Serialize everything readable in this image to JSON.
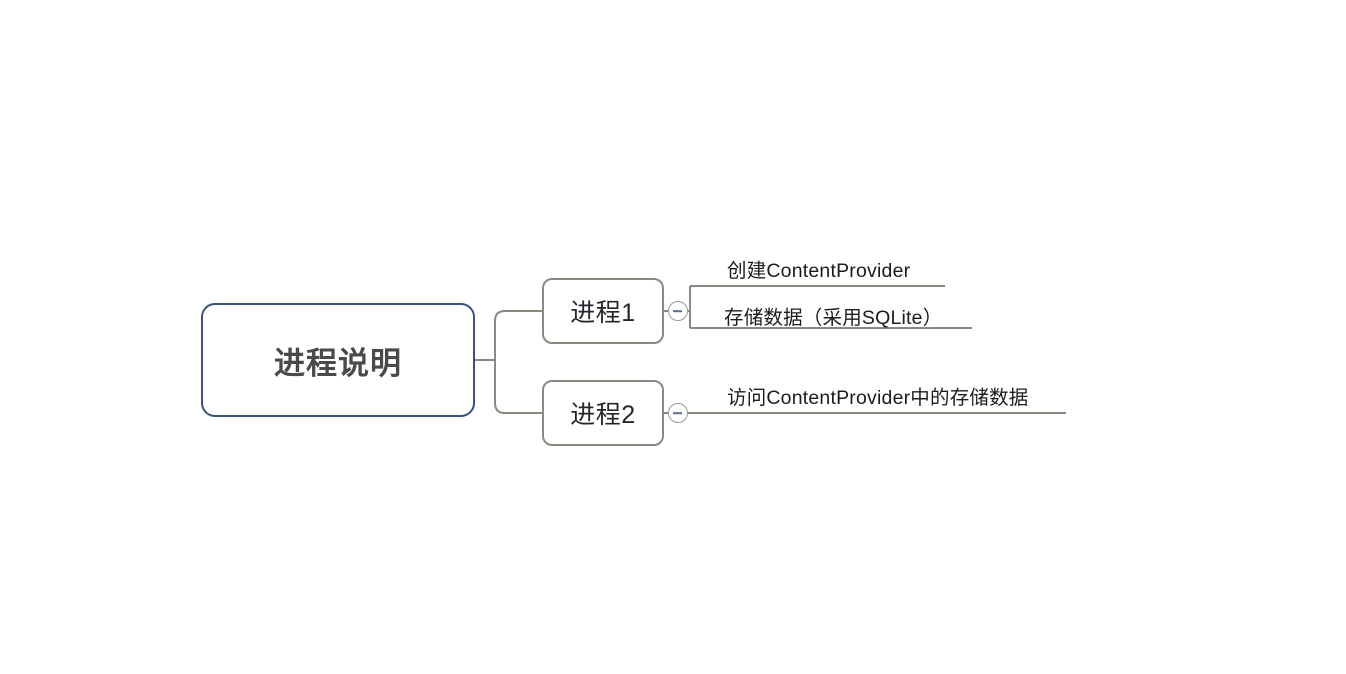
{
  "diagram": {
    "type": "mind-map",
    "background_color": "#ffffff",
    "root": {
      "label": "进程说明",
      "border_color": "#3c5180",
      "text_color": "#4a4a4a"
    },
    "branches": [
      {
        "label": "进程1",
        "border_color": "#8d8880",
        "collapse_state": "expanded",
        "collapse_icon": "minus-circle-icon",
        "leaves": [
          {
            "label": "创建ContentProvider"
          },
          {
            "label": "存储数据（采用SQLite）"
          }
        ]
      },
      {
        "label": "进程2",
        "border_color": "#8d8880",
        "collapse_state": "expanded",
        "collapse_icon": "minus-circle-icon",
        "leaves": [
          {
            "label": "访问ContentProvider中的存储数据"
          }
        ]
      }
    ],
    "connector_color": "#8d8880",
    "leaf_text_color": "#1b1c20"
  }
}
